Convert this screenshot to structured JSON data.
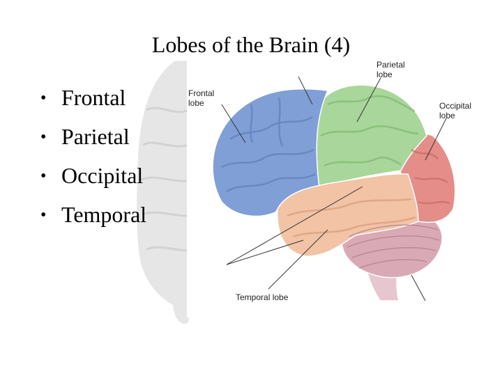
{
  "slide": {
    "title": "Lobes of the Brain (4)",
    "bullets": [
      "Frontal",
      "Parietal",
      "Occipital",
      "Temporal"
    ],
    "bullet_glyph": "•"
  },
  "figure": {
    "labels": {
      "frontal": [
        "Frontal",
        "lobe"
      ],
      "parietal": [
        "Parietal",
        "lobe"
      ],
      "occipital": [
        "Occipital",
        "lobe"
      ],
      "temporal": [
        "Temporal lobe"
      ]
    },
    "colors": {
      "frontal": "#7f9fd6",
      "parietal": "#a9d69a",
      "occipital": "#e58d88",
      "temporal": "#f2c3a5",
      "cerebellum": "#d9a9b5",
      "brainstem": "#e7c7cf",
      "ghost": "#e6e6e6"
    }
  }
}
